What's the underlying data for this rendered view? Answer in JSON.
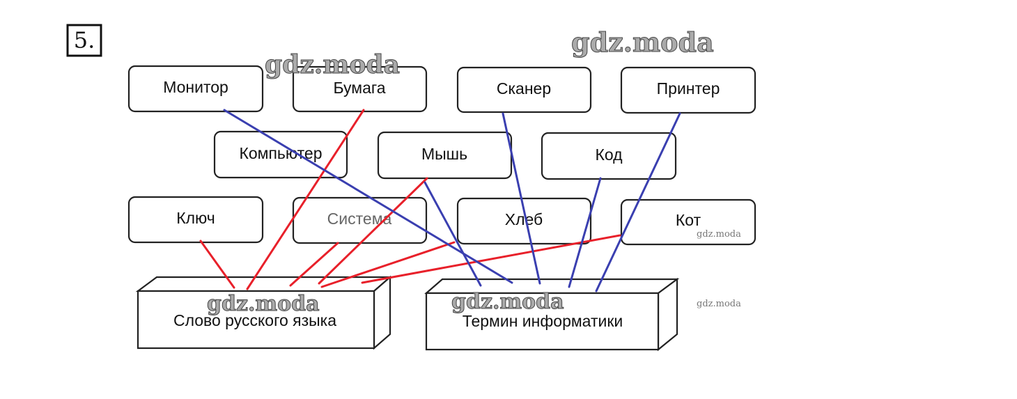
{
  "task_number": "5.",
  "words": {
    "monitor": "Монитор",
    "bumaga": "Бумага",
    "skaner": "Сканер",
    "printer": "Принтер",
    "kompyuter": "Компьютер",
    "mysh": "Мышь",
    "kod": "Код",
    "klyuch": "Ключ",
    "sistema": "Система",
    "hleb": "Хлеб",
    "kot": "Кот"
  },
  "categories": {
    "russian": "Слово русского языка",
    "informatics": "Термин информатики"
  },
  "watermark": "gdz.moda",
  "colors": {
    "russian_links": "#e8202a",
    "informatics_links": "#3a3fb0"
  }
}
